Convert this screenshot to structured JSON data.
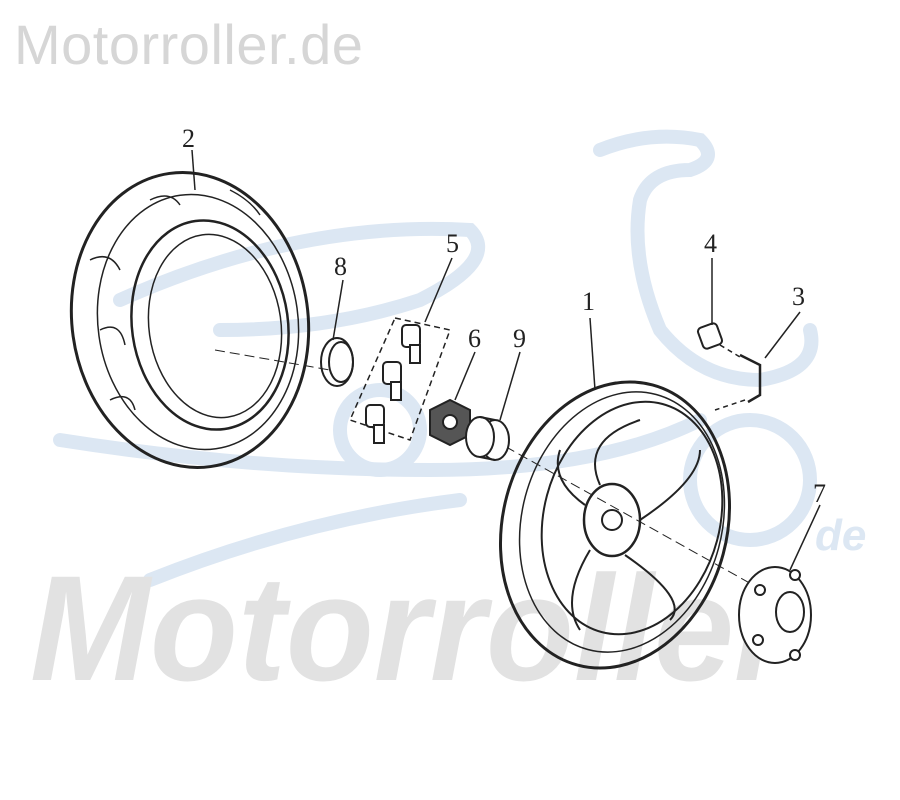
{
  "header": {
    "site_title": "Motorroller.de"
  },
  "watermark": {
    "text": "Motorroller",
    "suffix": "de",
    "logo_color": "#dce7f3",
    "text_color": "#e2e2e2"
  },
  "diagram": {
    "parts": [
      {
        "number": "1",
        "part": "rim"
      },
      {
        "number": "2",
        "part": "tire"
      },
      {
        "number": "3",
        "part": "valve"
      },
      {
        "number": "4",
        "part": "valve-cap"
      },
      {
        "number": "5",
        "part": "bolts"
      },
      {
        "number": "6",
        "part": "nut"
      },
      {
        "number": "7",
        "part": "hub-flange"
      },
      {
        "number": "8",
        "part": "clip"
      },
      {
        "number": "9",
        "part": "spacer"
      }
    ]
  }
}
